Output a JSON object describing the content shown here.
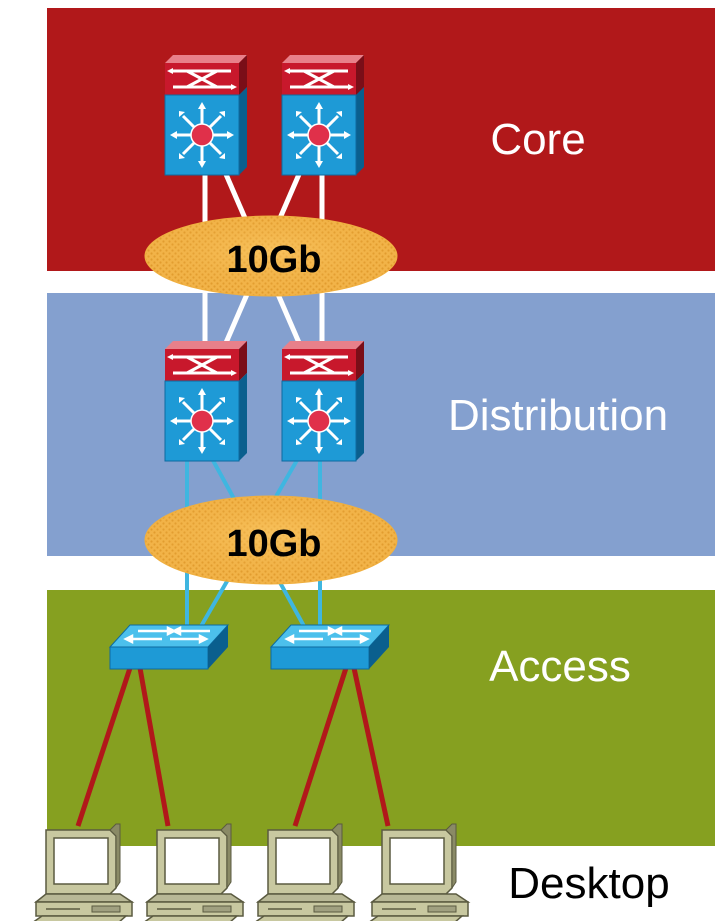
{
  "layers": {
    "core": {
      "label": "Core",
      "color": "#b1181a"
    },
    "distribution": {
      "label": "Distribution",
      "color": "#84a0cf"
    },
    "access": {
      "label": "Access",
      "color": "#86a020"
    }
  },
  "links": {
    "core_to_distribution": {
      "label": "10Gb"
    },
    "distribution_to_access": {
      "label": "10Gb"
    }
  },
  "desktop": {
    "label": "Desktop"
  },
  "colors": {
    "uplink_core": "#ffffff",
    "uplink_access": "#3fb6e0",
    "desktop_cable": "#b1181a",
    "switch_body": "#1e9ad6",
    "switch_top": "#c8182c",
    "link_ellipse": "#f0b040"
  },
  "icons": {
    "layer3_switch": "multilayer-switch-icon",
    "access_switch": "workgroup-switch-icon",
    "workstation": "workstation-icon"
  }
}
